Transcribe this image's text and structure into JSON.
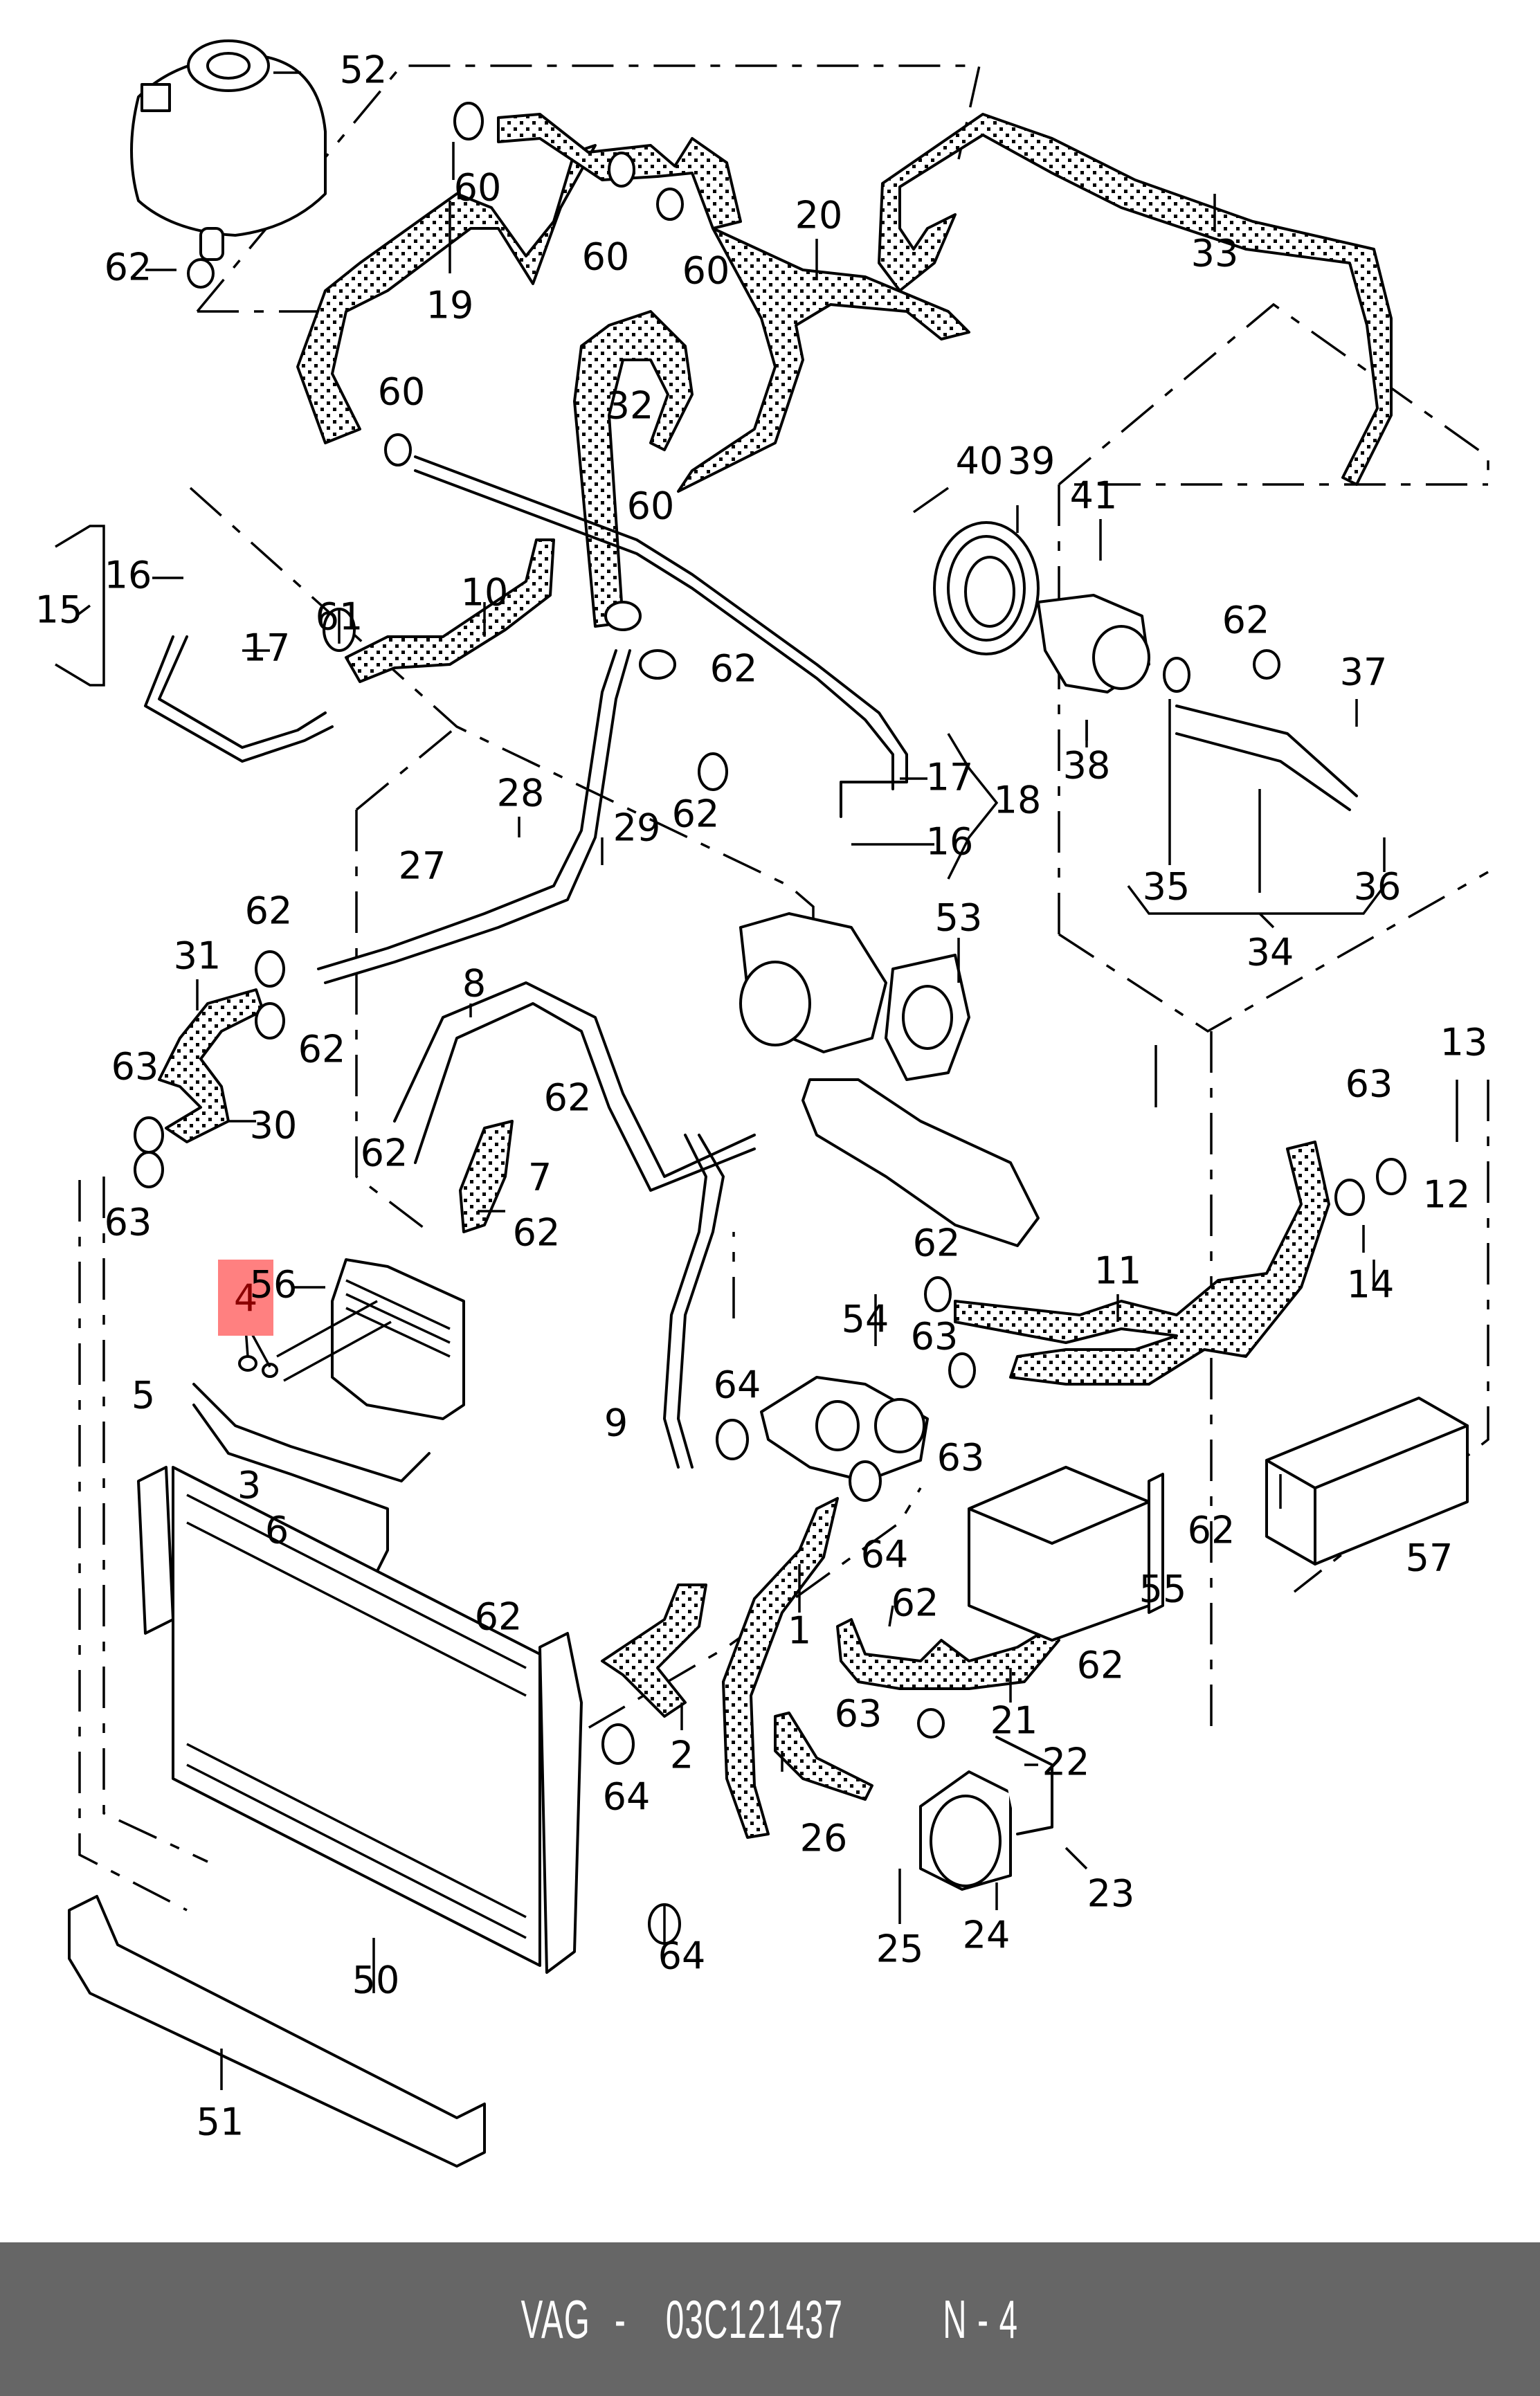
{
  "footer": {
    "brand": "VAG",
    "separator": " - ",
    "part_number": "03C121437",
    "position_label": "N - 4"
  },
  "highlight": {
    "callout": "4",
    "color": "#ff8080",
    "text_color": "#8b0000"
  },
  "callouts": [
    {
      "id": "1"
    },
    {
      "id": "2"
    },
    {
      "id": "3"
    },
    {
      "id": "4"
    },
    {
      "id": "5"
    },
    {
      "id": "6"
    },
    {
      "id": "7"
    },
    {
      "id": "8"
    },
    {
      "id": "9"
    },
    {
      "id": "10"
    },
    {
      "id": "11"
    },
    {
      "id": "12"
    },
    {
      "id": "13"
    },
    {
      "id": "14"
    },
    {
      "id": "15"
    },
    {
      "id": "16"
    },
    {
      "id": "17"
    },
    {
      "id": "18"
    },
    {
      "id": "19"
    },
    {
      "id": "20"
    },
    {
      "id": "21"
    },
    {
      "id": "22"
    },
    {
      "id": "23"
    },
    {
      "id": "24"
    },
    {
      "id": "25"
    },
    {
      "id": "26"
    },
    {
      "id": "27"
    },
    {
      "id": "28"
    },
    {
      "id": "29"
    },
    {
      "id": "30"
    },
    {
      "id": "31"
    },
    {
      "id": "32"
    },
    {
      "id": "33"
    },
    {
      "id": "34"
    },
    {
      "id": "35"
    },
    {
      "id": "36"
    },
    {
      "id": "37"
    },
    {
      "id": "38"
    },
    {
      "id": "39"
    },
    {
      "id": "40"
    },
    {
      "id": "41"
    },
    {
      "id": "50"
    },
    {
      "id": "51"
    },
    {
      "id": "52"
    },
    {
      "id": "53"
    },
    {
      "id": "54"
    },
    {
      "id": "55"
    },
    {
      "id": "56"
    },
    {
      "id": "57"
    },
    {
      "id": "60"
    },
    {
      "id": "61"
    },
    {
      "id": "62"
    },
    {
      "id": "63"
    },
    {
      "id": "64"
    }
  ],
  "labels": {
    "c52": "52",
    "c60a": "60",
    "c60b": "60",
    "c60c": "60",
    "c60d": "60",
    "c60e": "60",
    "c62a": "62",
    "c19": "19",
    "c20": "20",
    "c33": "33",
    "c32": "32",
    "c40": "40",
    "c39": "39",
    "c41": "41",
    "c62b": "62",
    "c37": "37",
    "c38": "38",
    "c35": "35",
    "c36": "36",
    "c34": "34",
    "c16a": "16",
    "c15": "15",
    "c17a": "17",
    "c61": "61",
    "c10": "10",
    "c62c": "62",
    "c28": "28",
    "c29": "29",
    "c62d": "62",
    "c27": "27",
    "c17b": "17",
    "c18": "18",
    "c16b": "16",
    "c53": "53",
    "c31": "31",
    "c62e": "62",
    "c62f": "62",
    "c63a": "63",
    "c30": "30",
    "c63b": "63",
    "c8": "8",
    "c62g": "62",
    "c62h": "62",
    "c7": "7",
    "c62i": "62",
    "c56": "56",
    "c4": "4",
    "c5": "5",
    "c3": "3",
    "c6": "6",
    "c9": "9",
    "c63c": "63",
    "c13": "13",
    "c12": "12",
    "c14": "14",
    "c62j": "62",
    "c11": "11",
    "c54": "54",
    "c63d": "63",
    "c64a": "64",
    "c63e": "63",
    "c64b": "64",
    "c62k": "62",
    "c57": "57",
    "c55": "55",
    "c62l": "62",
    "c1": "1",
    "c62m": "62",
    "c62n": "62",
    "c21": "21",
    "c2": "2",
    "c64c": "64",
    "c63f": "63",
    "c22": "22",
    "c26": "26",
    "c23": "23",
    "c64d": "64",
    "c25": "25",
    "c24": "24",
    "c50": "50",
    "c51": "51"
  }
}
